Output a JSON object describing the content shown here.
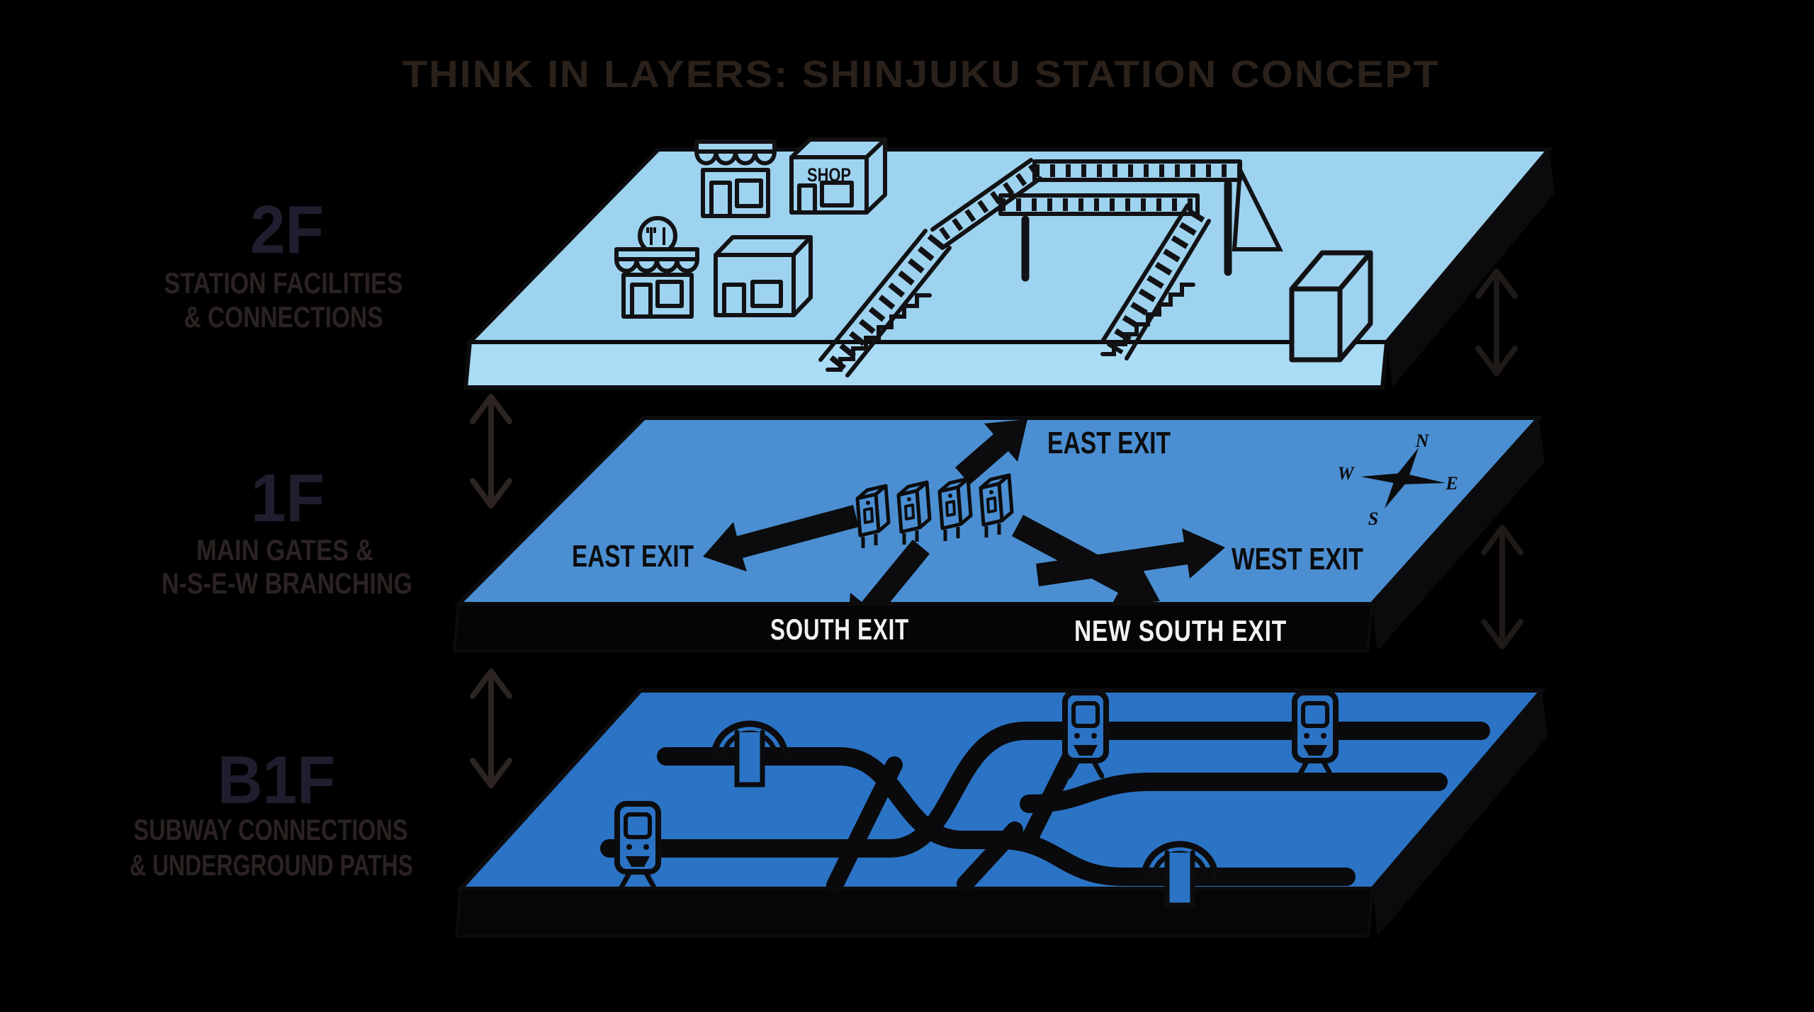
{
  "title": "THINK IN LAYERS: SHINJUKU STATION CONCEPT",
  "layers": {
    "f2": {
      "floor": "2F",
      "subtitle1": "STATION FACILITIES",
      "subtitle2": "& CONNECTIONS",
      "shop_sign": "SHOP",
      "icons": [
        "awning-shop-icon",
        "shop-building-icon",
        "restaurant-icon",
        "building-icon",
        "footbridge-stairs-icon",
        "cube-icon"
      ]
    },
    "f1": {
      "floor": "1F",
      "subtitle1": "MAIN GATES &",
      "subtitle2": "N-S-E-W BRANCHING",
      "east_exit_top": "EAST EXIT",
      "east_exit_left": "EAST EXIT",
      "west_exit": "WEST EXIT",
      "south_exit": "SOUTH EXIT",
      "new_south_exit": "NEW SOUTH EXIT",
      "icons": [
        "ticket-gates-icon",
        "compass-rose-icon",
        "direction-arrows"
      ]
    },
    "b1f": {
      "floor": "B1F",
      "subtitle1": "SUBWAY CONNECTIONS",
      "subtitle2": "& UNDERGROUND PATHS",
      "icons": [
        "train-icon",
        "tunnel-icon",
        "tangled-subway-lines"
      ]
    }
  },
  "compass": {
    "n": "N",
    "e": "E",
    "s": "S",
    "w": "W"
  },
  "colors": {
    "background": "#000000",
    "layer_2f_top": "#9ed3ef",
    "layer_2f_front": "#abdcf6",
    "layer_1f_top": "#4b8fd2",
    "layer_1f_front": "#050506",
    "layer_b1f_top": "#2b73c5",
    "layer_b1f_front": "#060607",
    "side_shadow": "#0b0b0d",
    "ink": "#0c0c0e",
    "white_text": "#f2f2f2",
    "ghost_title": "#2b211b",
    "ghost_floor": "#201d2e",
    "ghost_sub": "#2a2322",
    "connector_arrow_left": "#2b2420",
    "connector_arrow_right": "#1e1a18"
  }
}
